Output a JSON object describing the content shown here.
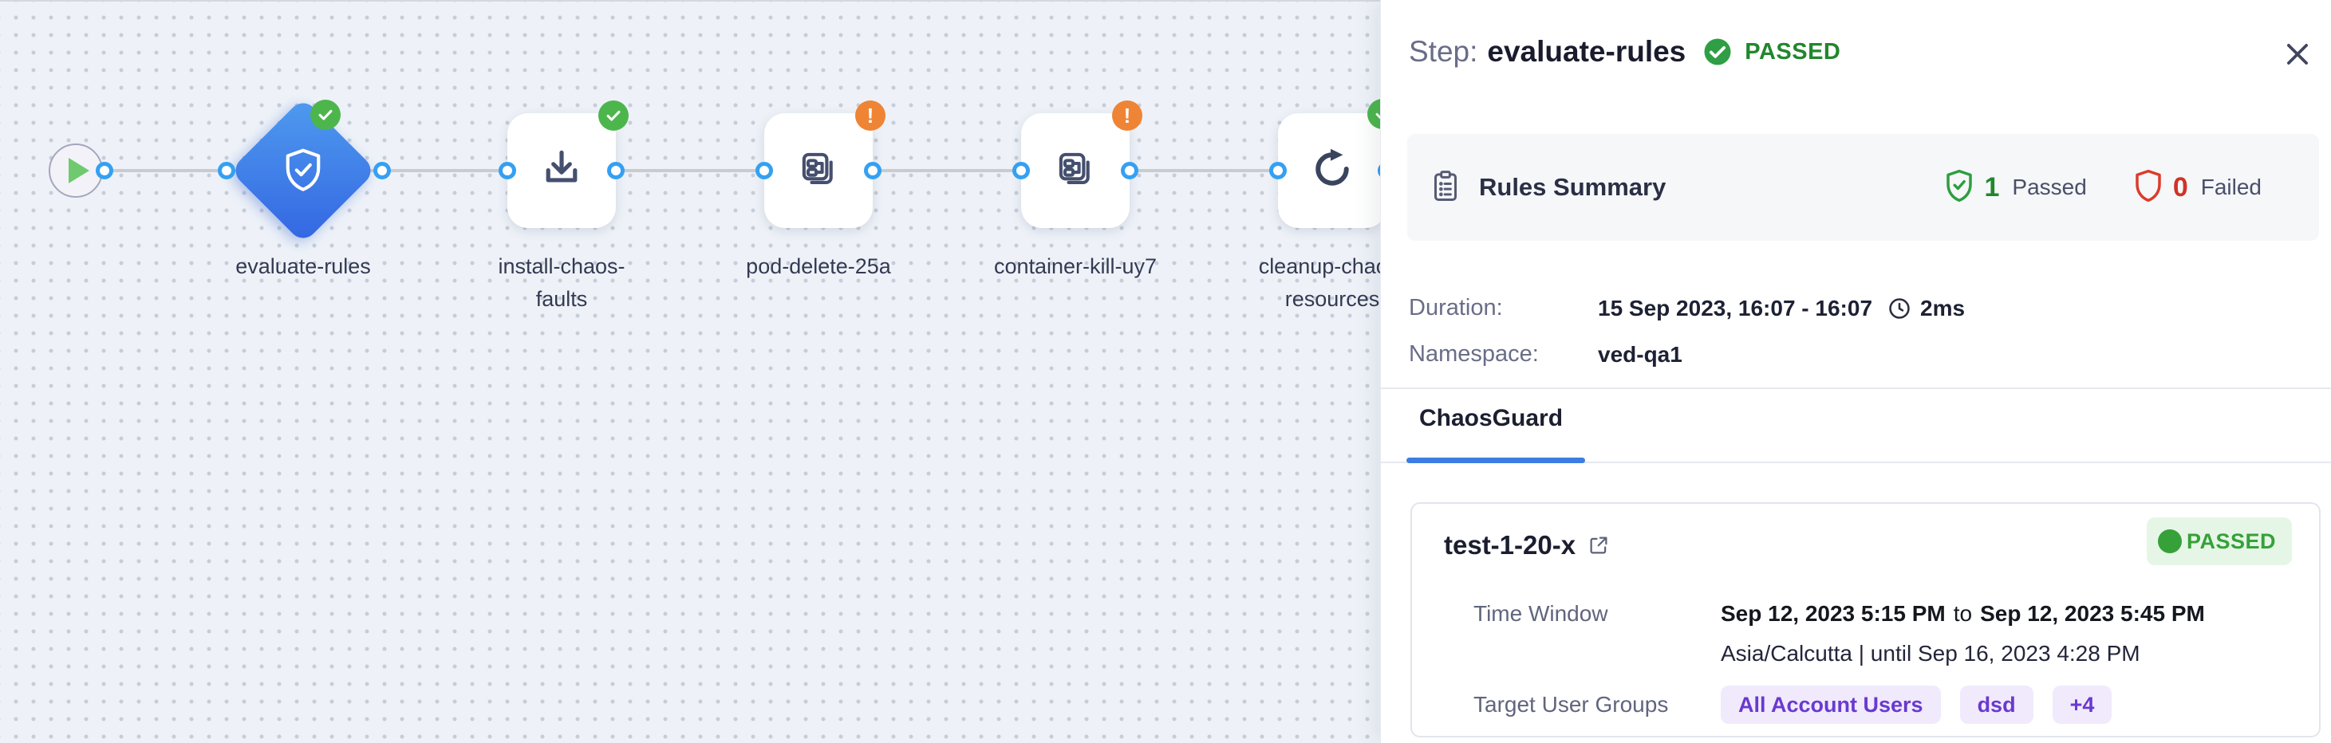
{
  "pipeline": {
    "start_node": {
      "icon": "play-icon"
    },
    "nodes": [
      {
        "id": "evaluate-rules",
        "shape": "diamond",
        "icon": "shield-check-icon",
        "status": "passed",
        "label_lines": [
          "evaluate-rules"
        ]
      },
      {
        "id": "install-chaos-faults",
        "shape": "square",
        "icon": "download-icon",
        "status": "passed",
        "label_lines": [
          "install-chaos-",
          "faults"
        ]
      },
      {
        "id": "pod-delete-25a",
        "shape": "square",
        "icon": "chaos-fault-icon",
        "status": "warning",
        "label_lines": [
          "pod-delete-25a"
        ]
      },
      {
        "id": "container-kill-uy7",
        "shape": "square",
        "icon": "chaos-fault-icon",
        "status": "warning",
        "label_lines": [
          "container-kill-uy7"
        ]
      },
      {
        "id": "cleanup-chaos-resources",
        "shape": "square",
        "icon": "refresh-icon",
        "status": "passed",
        "label_lines": [
          "cleanup-chaos-",
          "resources"
        ]
      }
    ]
  },
  "panel": {
    "header": {
      "title_prefix": "Step:",
      "step_name": "evaluate-rules",
      "status": "PASSED"
    },
    "rules_summary": {
      "title": "Rules Summary",
      "passed_count": "1",
      "passed_label": "Passed",
      "failed_count": "0",
      "failed_label": "Failed"
    },
    "details": {
      "duration_label": "Duration:",
      "duration_value": "15 Sep 2023, 16:07 - 16:07",
      "duration_elapsed": "2ms",
      "namespace_label": "Namespace:",
      "namespace_value": "ved-qa1"
    },
    "tabs": [
      {
        "label": "ChaosGuard",
        "active": true
      }
    ],
    "guard_card": {
      "title": "test-1-20-x",
      "status": "PASSED",
      "time_window_label": "Time Window",
      "time_from": "Sep 12, 2023 5:15 PM",
      "time_join": "to",
      "time_to": "Sep 12, 2023 5:45 PM",
      "timezone_line": "Asia/Calcutta | until Sep 16, 2023 4:28 PM",
      "target_groups_label": "Target User Groups",
      "user_groups": [
        "All Account Users",
        "dsd",
        "+4"
      ]
    }
  },
  "colors": {
    "passed_green": "#21872c",
    "badge_green": "#4cb64c",
    "failed_red": "#cf3326",
    "warning_orange": "#ef8434",
    "accent_blue": "#3b7de2",
    "port_blue": "#35a0f2",
    "pill_purple_text": "#6a39cf",
    "pill_purple_bg": "#f0eafc",
    "diamond_gradient": [
      "#4f9bef",
      "#3366e2"
    ],
    "canvas_bg": "#eef2f8"
  }
}
